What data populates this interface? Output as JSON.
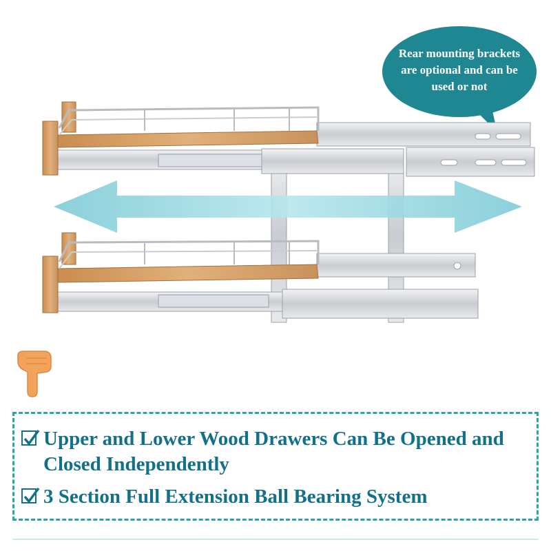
{
  "callout": {
    "lines": [
      "Rear mounting brackets",
      "are optional and can be",
      "used or not"
    ]
  },
  "features": [
    {
      "text": "Upper and Lower Wood Drawers Can Be Opened and Closed Independently",
      "checked": true
    },
    {
      "text": "3 Section Full Extension Ball Bearing System",
      "checked": true
    }
  ],
  "colors": {
    "teal": "#1f8791",
    "text": "#12708a",
    "arrow": "#8fd3dc",
    "dashed_border": "#2aa6a8",
    "hand": "#f2a25a"
  },
  "icons": {
    "pointer": "pointing-hand-icon",
    "check": "checkmark-icon",
    "arrow": "double-arrow-icon"
  }
}
